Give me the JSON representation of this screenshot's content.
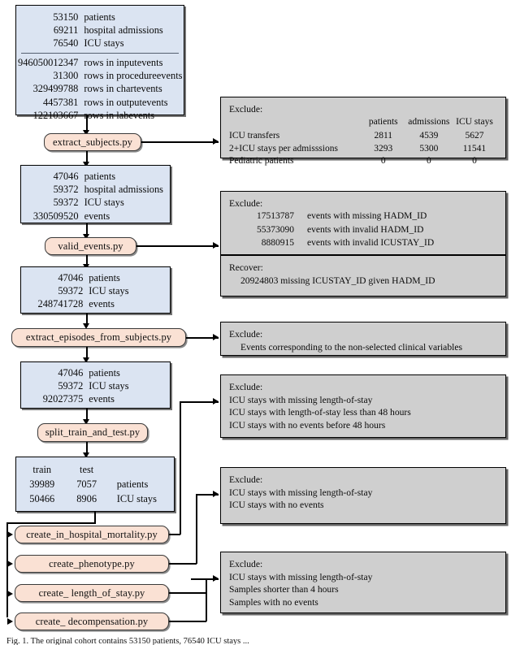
{
  "figure": {
    "caption": "Fig. 1.  The original cohort contains 53150 patients, 76540 ICU stays ..."
  },
  "source_box": {
    "top_stats": [
      {
        "value": "53150",
        "label": "patients"
      },
      {
        "value": "69211",
        "label": "hospital admissions"
      },
      {
        "value": "76540",
        "label": "ICU stays"
      }
    ],
    "row_stats": [
      {
        "value": "946050012347",
        "label": "rows in inputevents"
      },
      {
        "value": "31300",
        "label": "rows in procedureevents"
      },
      {
        "value": "329499788",
        "label": "rows in chartevents"
      },
      {
        "value": "4457381",
        "label": "rows in outputevents"
      },
      {
        "value": "122103667",
        "label": "rows in labevents"
      }
    ]
  },
  "stage2_box": {
    "stats": [
      {
        "value": "47046",
        "label": "patients"
      },
      {
        "value": "59372",
        "label": "hospital admissions"
      },
      {
        "value": "59372",
        "label": "ICU stays"
      },
      {
        "value": "330509520",
        "label": "events"
      }
    ]
  },
  "stage3_box": {
    "stats": [
      {
        "value": "47046",
        "label": "patients"
      },
      {
        "value": "59372",
        "label": "ICU stays"
      },
      {
        "value": "248741728",
        "label": "events"
      }
    ]
  },
  "stage4_box": {
    "stats": [
      {
        "value": "47046",
        "label": "patients"
      },
      {
        "value": "59372",
        "label": "ICU stays"
      },
      {
        "value": "92027375",
        "label": "events"
      }
    ]
  },
  "split_box": {
    "header": {
      "train": "train",
      "test": "test"
    },
    "rows": [
      {
        "train": "39989",
        "test": "7057",
        "label": "patients"
      },
      {
        "train": "50466",
        "test": "8906",
        "label": "ICU stays"
      }
    ]
  },
  "scripts": {
    "extract_subjects": "extract_subjects.py",
    "valid_events": "valid_events.py",
    "extract_episodes": "extract_episodes_from_subjects.py",
    "split_train_and_test": "split_train_and_test.py",
    "create_in_hospital_mortality": "create_in_hospital_mortality.py",
    "create_phenotype": "create_phenotype.py",
    "create_length_of_stay": "create_ length_of_stay.py",
    "create_decompensation": "create_ decompensation.py"
  },
  "note1": {
    "title": "Exclude:",
    "columns": [
      "patients",
      "admissions",
      "ICU stays"
    ],
    "rows": [
      {
        "label": "ICU transfers",
        "values": [
          "2811",
          "4539",
          "5627"
        ]
      },
      {
        "label": "2+ICU stays per admisssions",
        "values": [
          "3293",
          "5300",
          "11541"
        ]
      },
      {
        "label": "Pediatric patients",
        "values": [
          "0",
          "0",
          "0"
        ]
      }
    ]
  },
  "note2": {
    "exclude_title": "Exclude:",
    "exclude_rows": [
      {
        "value": "17513787",
        "label": "events with missing HADM_ID"
      },
      {
        "value": "55373090",
        "label": "events with invalid HADM_ID"
      },
      {
        "value": "8880915",
        "label": "events with invalid ICUSTAY_ID"
      }
    ],
    "recover_title": "Recover:",
    "recover_line": "20924803 missing ICUSTAY_ID given HADM_ID"
  },
  "note3": {
    "title": "Exclude:",
    "lines": [
      "Events corresponding to the non-selected clinical variables"
    ]
  },
  "note4": {
    "title": "Exclude:",
    "lines": [
      "ICU stays with missing length-of-stay",
      "ICU stays with length-of-stay less than 48 hours",
      "ICU stays with no events before 48 hours"
    ]
  },
  "note5": {
    "title": "Exclude:",
    "lines": [
      "ICU stays with missing length-of-stay",
      "ICU stays with no events"
    ]
  },
  "note6": {
    "title": "Exclude:",
    "lines": [
      "ICU stays with missing length-of-stay",
      "Samples shorter than 4 hours",
      "Samples with no events"
    ]
  },
  "colors": {
    "data_box": "#dbe4f2",
    "script_box": "#fae1d4",
    "note_box": "#cfcfcf",
    "stroke": "#000000"
  }
}
